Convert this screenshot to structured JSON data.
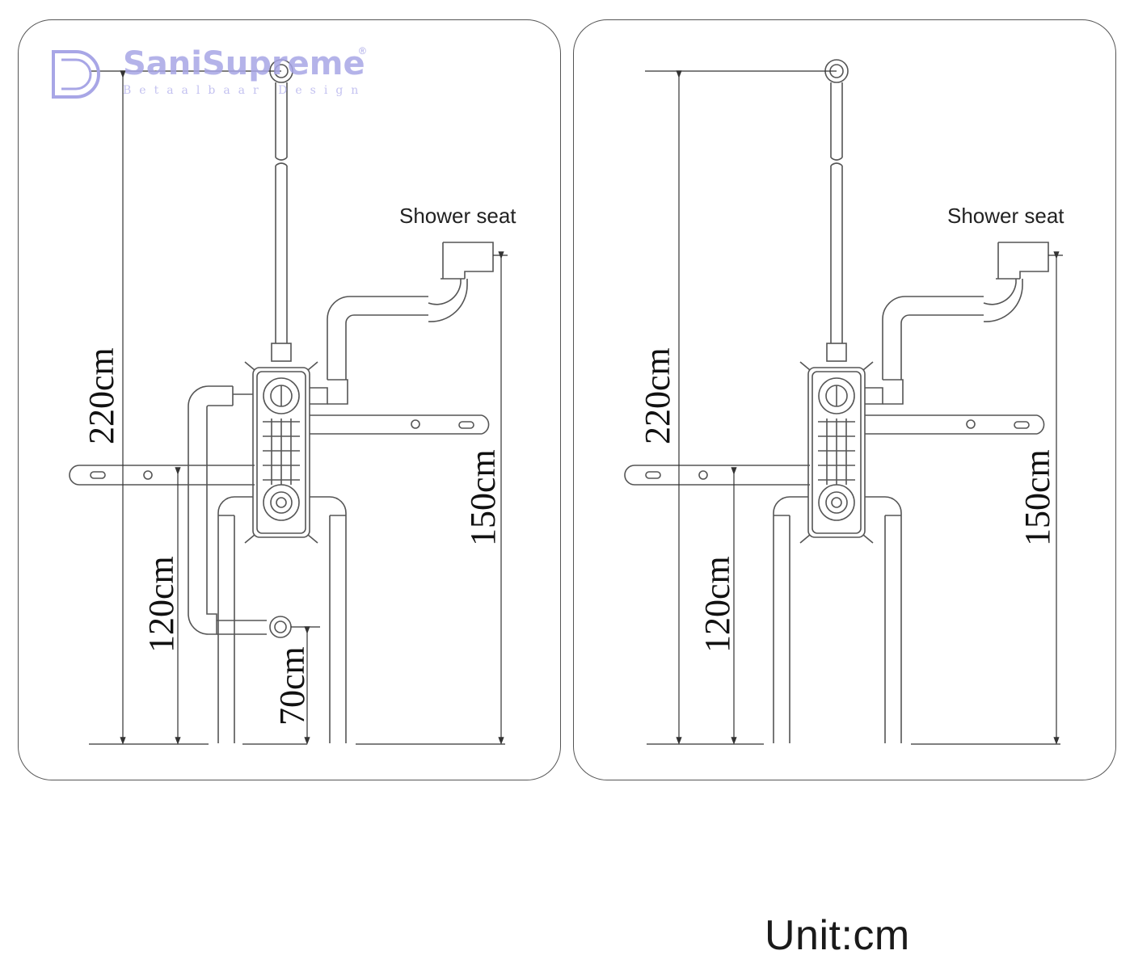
{
  "brand": {
    "name": "SaniSupreme",
    "registered": "®",
    "tagline": "Betaalbaar Design",
    "color": "#a8a6e6"
  },
  "diagrams": [
    {
      "id": "left",
      "shower_seat_label": "Shower seat",
      "dimensions": [
        "220cm",
        "120cm",
        "150cm",
        "70cm"
      ]
    },
    {
      "id": "right",
      "shower_seat_label": "Shower seat",
      "dimensions": [
        "220cm",
        "120cm",
        "150cm"
      ]
    }
  ],
  "unit_label": "Unit:cm",
  "colors": {
    "line": "#555555",
    "dimension": "#333333",
    "text": "#111111"
  }
}
